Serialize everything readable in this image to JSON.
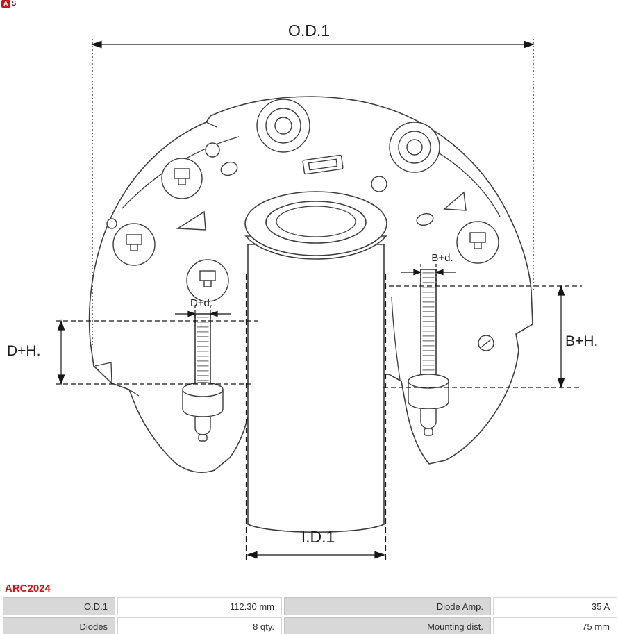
{
  "logo": {
    "a": "A",
    "s": "S"
  },
  "part": {
    "number": "ARC2024"
  },
  "drawing": {
    "od1": "O.D.1",
    "id1": "I.D.1",
    "dh": "D+H.",
    "bh": "B+H.",
    "dd": "D+d.",
    "bd": "B+d."
  },
  "table": {
    "rows": [
      {
        "c0": "O.D.1",
        "c1": "112.30 mm",
        "c2": "Diode Amp.",
        "c3": "35 A"
      },
      {
        "c0": "Diodes",
        "c1": "8 qty.",
        "c2": "Mounting dist.",
        "c3": "75 mm"
      }
    ]
  },
  "colors": {
    "accent": "#cc1416",
    "line": "#3d3d3d"
  }
}
